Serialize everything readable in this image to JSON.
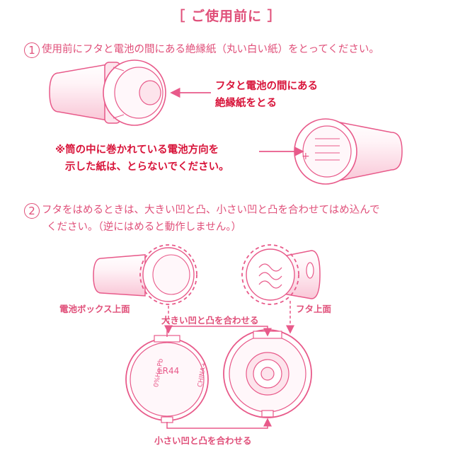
{
  "title": "［ ご使用前に ］",
  "step1": {
    "number": "1",
    "text": "使用前にフタと電池の間にある絶縁紙（丸い白い紙）をとってください。",
    "callout_line1": "フタと電池の間にある",
    "callout_line2": "絶縁紙をとる",
    "note_line1": "※筒の中に巻かれている電池方向を",
    "note_line2": "示した紙は、とらないでください。"
  },
  "step2": {
    "number": "2",
    "text_line1": "フタをはめるときは、大きい凹と凸、小さい凹と凸を合わせてはめ込んで",
    "text_line2": "ください。（逆にはめると動作しません。）",
    "label_box_top": "電池ボックス上面",
    "label_cap_top": "フタ上面",
    "align_large": "大きい凹と凸を合わせる",
    "align_small": "小さい凹と凸を合わせる",
    "battery_model": "LR44",
    "battery_mark_left": "0%Hg.Pb",
    "battery_mark_right": "CHINA+"
  },
  "colors": {
    "accent": "#e0507a",
    "callout": "#d8143a",
    "outline": "#e85a8a",
    "fill": "#fde4ec"
  }
}
